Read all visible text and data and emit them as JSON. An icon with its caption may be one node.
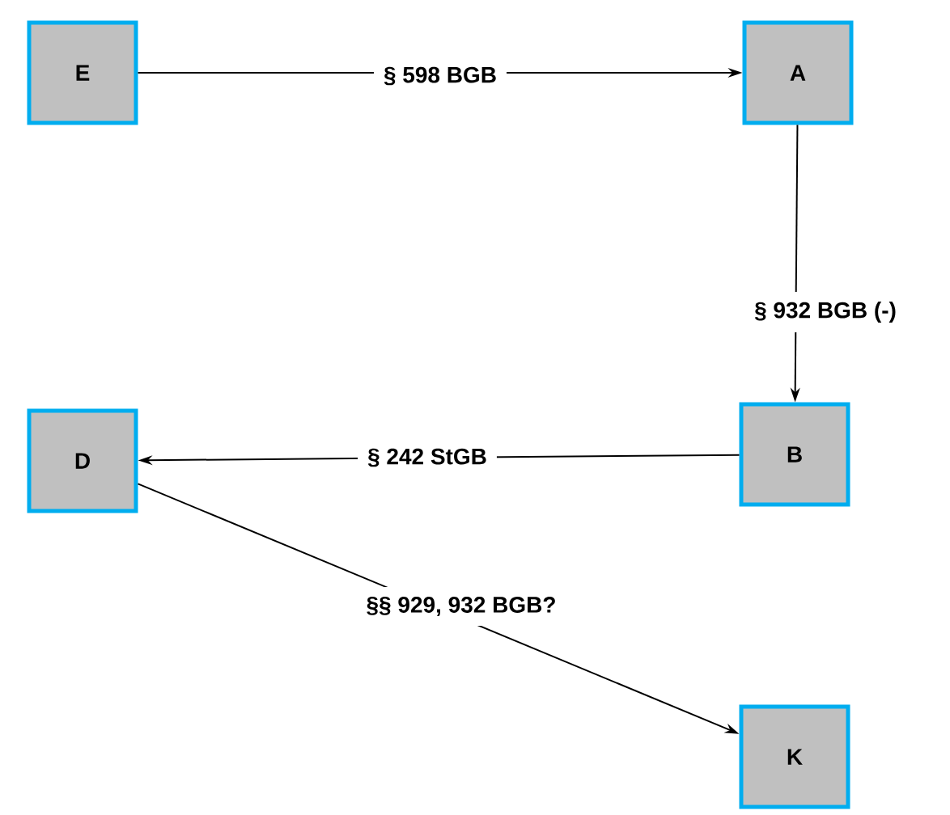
{
  "diagram": {
    "nodes": [
      {
        "text": [
          "E"
        ]
      },
      {
        "text": [
          "A"
        ]
      },
      {
        "text": [
          "B"
        ]
      },
      {
        "text": [
          "D"
        ]
      },
      {
        "text": [
          "K"
        ]
      }
    ],
    "edges": [
      {
        "from": 0,
        "to": 1,
        "arrow": "to",
        "label": "§ 598 BGB"
      },
      {
        "from": 1,
        "to": 2,
        "arrow": "to",
        "label": "§ 932 BGB (-)"
      },
      {
        "from": 2,
        "to": 3,
        "arrow": "to",
        "label": "§ 242 StGB"
      },
      {
        "from": 3,
        "to": 4,
        "arrow": "to",
        "label": "§§ 929, 932 BGB?"
      }
    ]
  }
}
